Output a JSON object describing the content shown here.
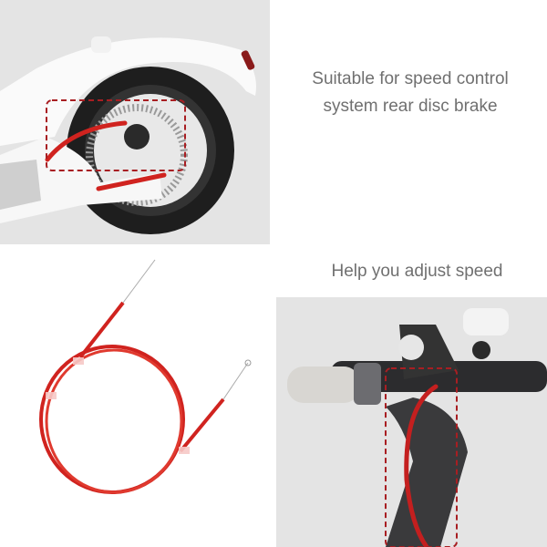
{
  "captions": {
    "top_right_line1": "Suitable for speed control",
    "top_right_line2": "system rear disc brake",
    "middle_right": "Help you adjust speed"
  },
  "images": {
    "rear_wheel": {
      "alt": "Scooter rear wheel with red brake cable highlighted in dashed box"
    },
    "cable": {
      "alt": "Coiled red brake cable"
    },
    "handlebar": {
      "alt": "Scooter handlebar with red brake cable highlighted in dashed box"
    }
  },
  "colors": {
    "cable_red": "#d0231f",
    "highlight_dash": "#a81e22",
    "caption_gray": "#707070",
    "photo_bg": "#e4e4e4"
  }
}
